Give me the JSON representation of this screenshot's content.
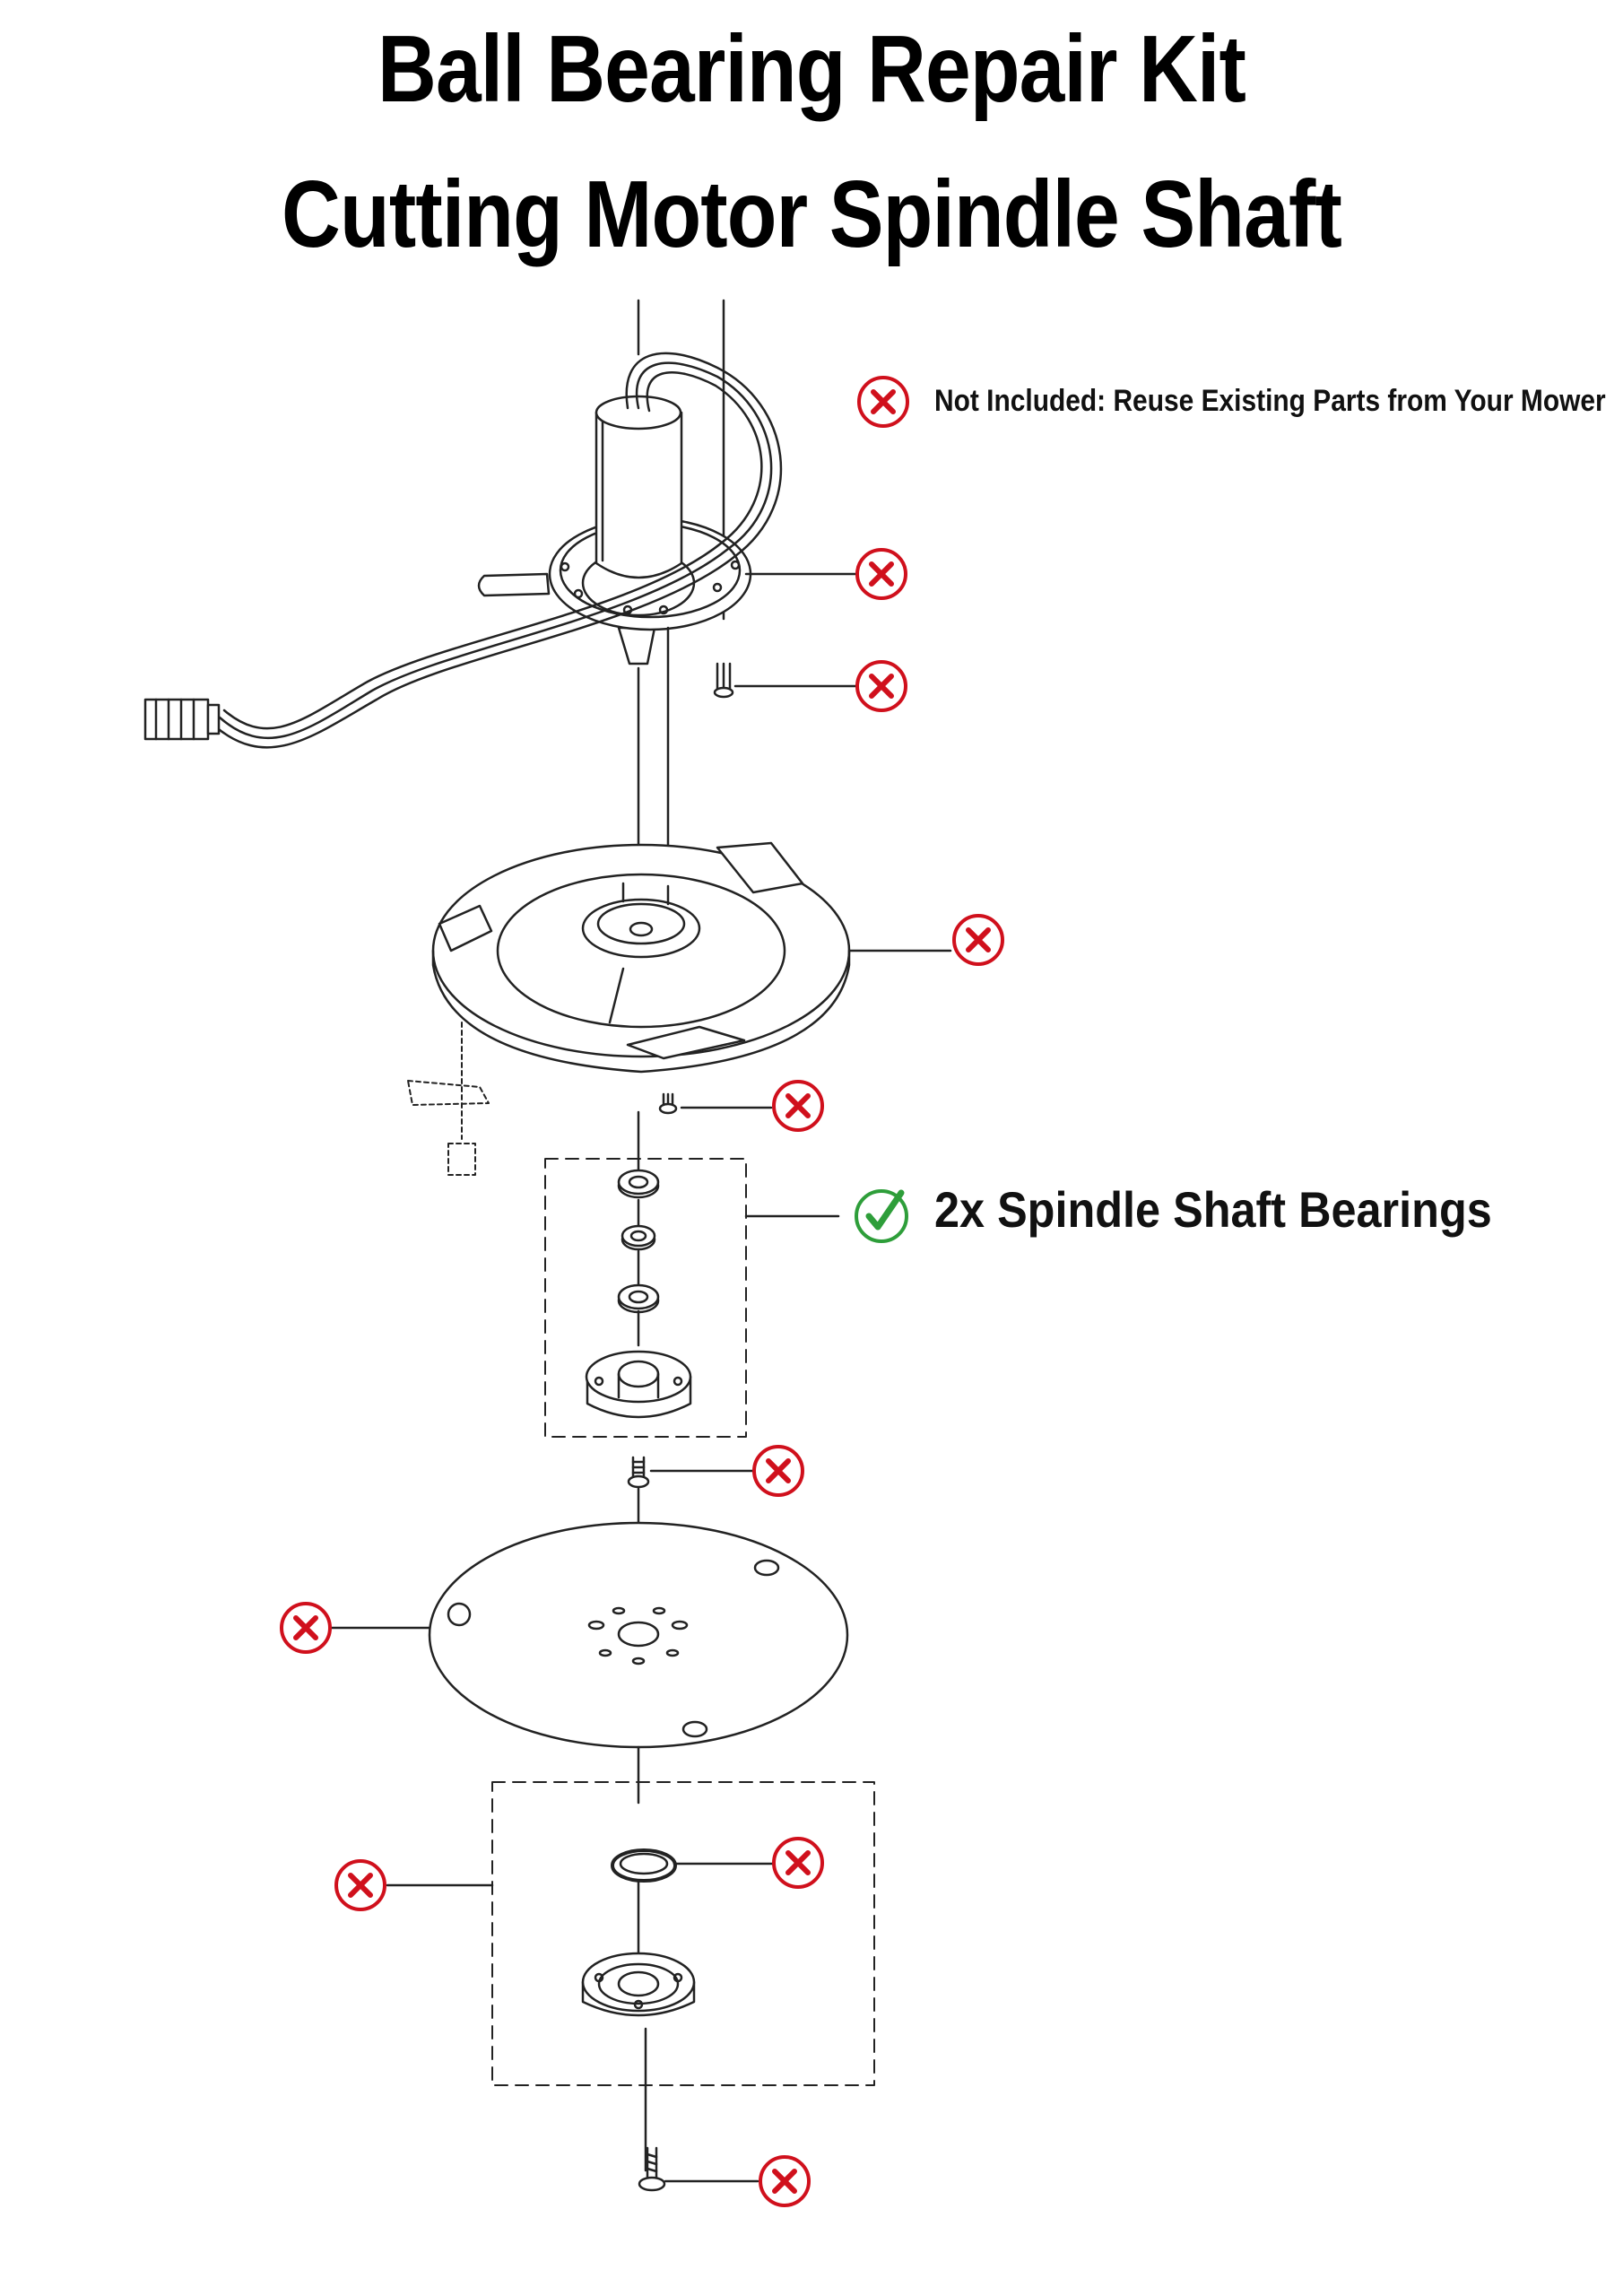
{
  "title": {
    "line1": "Ball Bearing Repair Kit",
    "line2": "Cutting Motor Spindle Shaft"
  },
  "legend": {
    "not_included": "Not Included: Reuse Existing Parts from Your Mower",
    "included": "2x Spindle Shaft Bearings"
  },
  "icons": {
    "not_included": "cross-icon",
    "included": "check-icon"
  },
  "colors": {
    "cross": "#d0101c",
    "check": "#2e9e3a",
    "line": "#222222"
  }
}
